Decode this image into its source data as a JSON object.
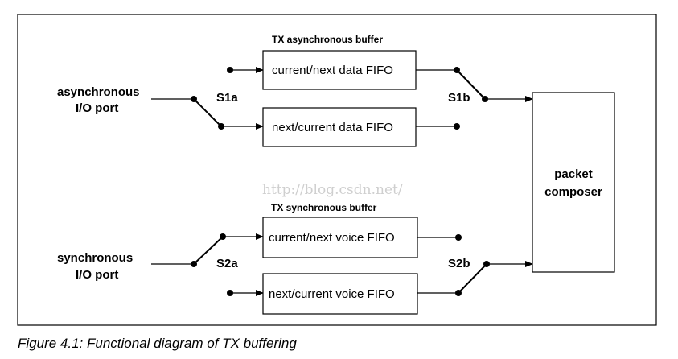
{
  "diagram": {
    "async_buffer_title": "TX  asynchronous buffer",
    "sync_buffer_title": "TX  synchronous buffer",
    "async_port_line1": "asynchronous",
    "async_port_line2": "I/O port",
    "sync_port_line1": "synchronous",
    "sync_port_line2": "I/O port",
    "fifo_async_top": "current/next data FIFO",
    "fifo_async_bottom": "next/current data FIFO",
    "fifo_sync_top": "current/next voice FIFO",
    "fifo_sync_bottom": "next/current voice FIFO",
    "switch_s1a": "S1a",
    "switch_s1b": "S1b",
    "switch_s2a": "S2a",
    "switch_s2b": "S2b",
    "composer_line1": "packet",
    "composer_line2": "composer",
    "watermark": "http://blog.csdn.net/"
  },
  "caption": "Figure 4.1:  Functional diagram of TX buffering"
}
